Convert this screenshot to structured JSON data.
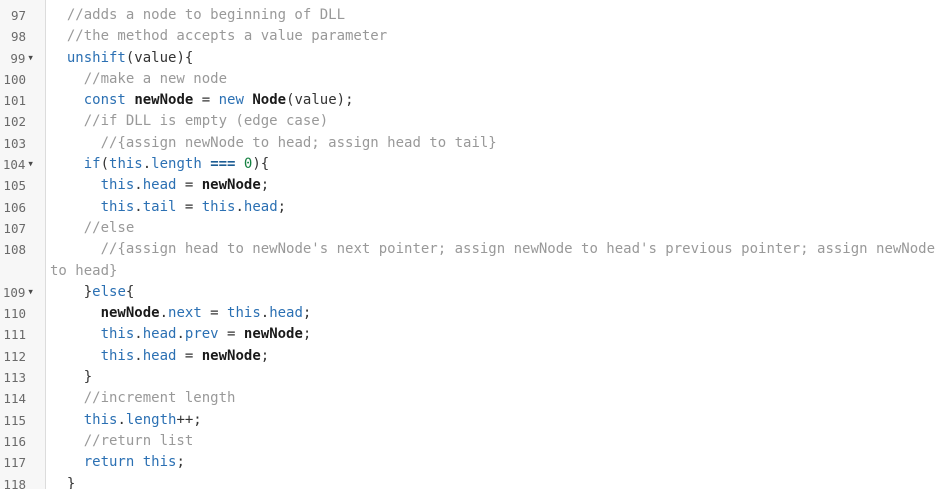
{
  "editor": {
    "type": "code-editor",
    "language": "javascript",
    "background": "#ffffff",
    "gutter_background": "#f7f7f7",
    "gutter_border_color": "#dcdcdc",
    "line_number_color": "#6a6a6a",
    "fold_icon": "▼",
    "fold_lines": [
      "99",
      "104",
      "109"
    ],
    "syntax_colors": {
      "plain": "#333333",
      "comment": "#999999",
      "keyword": "#2b70b3",
      "property": "#2b70b3",
      "function_name": "#2b70b3",
      "operator": "#1d5d94",
      "number": "#148040",
      "variable": "#1a1a1a"
    },
    "first_line_number": 97,
    "last_line_number": 118,
    "lines": [
      {
        "num": "97",
        "fold": false,
        "indent": "  ",
        "segments": [
          {
            "t": "c",
            "s": "//adds a node to beginning of DLL"
          }
        ]
      },
      {
        "num": "98",
        "fold": false,
        "indent": "  ",
        "segments": [
          {
            "t": "c",
            "s": "//the method accepts a value parameter"
          }
        ]
      },
      {
        "num": "99",
        "fold": true,
        "indent": "  ",
        "segments": [
          {
            "t": "f",
            "s": "unshift"
          },
          {
            "t": "p",
            "s": "(value){"
          }
        ]
      },
      {
        "num": "100",
        "fold": false,
        "indent": "    ",
        "segments": [
          {
            "t": "c",
            "s": "//make a new node"
          }
        ]
      },
      {
        "num": "101",
        "fold": false,
        "indent": "    ",
        "segments": [
          {
            "t": "k",
            "s": "const"
          },
          {
            "t": "p",
            "s": " "
          },
          {
            "t": "v",
            "s": "newNode"
          },
          {
            "t": "p",
            "s": " = "
          },
          {
            "t": "k",
            "s": "new"
          },
          {
            "t": "p",
            "s": " "
          },
          {
            "t": "v",
            "s": "Node"
          },
          {
            "t": "p",
            "s": "(value);"
          }
        ]
      },
      {
        "num": "102",
        "fold": false,
        "indent": "    ",
        "segments": [
          {
            "t": "c",
            "s": "//if DLL is empty (edge case)"
          }
        ]
      },
      {
        "num": "103",
        "fold": false,
        "indent": "      ",
        "segments": [
          {
            "t": "c",
            "s": "//{assign newNode to head; assign head to tail}"
          }
        ]
      },
      {
        "num": "104",
        "fold": true,
        "indent": "    ",
        "segments": [
          {
            "t": "k",
            "s": "if"
          },
          {
            "t": "p",
            "s": "("
          },
          {
            "t": "k",
            "s": "this"
          },
          {
            "t": "p",
            "s": "."
          },
          {
            "t": "pr",
            "s": "length"
          },
          {
            "t": "p",
            "s": " "
          },
          {
            "t": "o",
            "s": "==="
          },
          {
            "t": "p",
            "s": " "
          },
          {
            "t": "n",
            "s": "0"
          },
          {
            "t": "p",
            "s": "){"
          }
        ]
      },
      {
        "num": "105",
        "fold": false,
        "indent": "      ",
        "segments": [
          {
            "t": "k",
            "s": "this"
          },
          {
            "t": "p",
            "s": "."
          },
          {
            "t": "pr",
            "s": "head"
          },
          {
            "t": "p",
            "s": " = "
          },
          {
            "t": "v",
            "s": "newNode"
          },
          {
            "t": "p",
            "s": ";"
          }
        ]
      },
      {
        "num": "106",
        "fold": false,
        "indent": "      ",
        "segments": [
          {
            "t": "k",
            "s": "this"
          },
          {
            "t": "p",
            "s": "."
          },
          {
            "t": "pr",
            "s": "tail"
          },
          {
            "t": "p",
            "s": " = "
          },
          {
            "t": "k",
            "s": "this"
          },
          {
            "t": "p",
            "s": "."
          },
          {
            "t": "pr",
            "s": "head"
          },
          {
            "t": "p",
            "s": ";"
          }
        ]
      },
      {
        "num": "107",
        "fold": false,
        "indent": "    ",
        "segments": [
          {
            "t": "c",
            "s": "//else"
          }
        ]
      },
      {
        "num": "108",
        "fold": false,
        "indent": "      ",
        "segments": [
          {
            "t": "c",
            "s": "//{assign head to newNode's next pointer; assign newNode to head's previous pointer; assign newNode to head}"
          }
        ]
      },
      {
        "num": "109",
        "fold": true,
        "indent": "    ",
        "segments": [
          {
            "t": "p",
            "s": "}"
          },
          {
            "t": "k",
            "s": "else"
          },
          {
            "t": "p",
            "s": "{"
          }
        ]
      },
      {
        "num": "110",
        "fold": false,
        "indent": "      ",
        "segments": [
          {
            "t": "v",
            "s": "newNode"
          },
          {
            "t": "p",
            "s": "."
          },
          {
            "t": "pr",
            "s": "next"
          },
          {
            "t": "p",
            "s": " = "
          },
          {
            "t": "k",
            "s": "this"
          },
          {
            "t": "p",
            "s": "."
          },
          {
            "t": "pr",
            "s": "head"
          },
          {
            "t": "p",
            "s": ";"
          }
        ]
      },
      {
        "num": "111",
        "fold": false,
        "indent": "      ",
        "segments": [
          {
            "t": "k",
            "s": "this"
          },
          {
            "t": "p",
            "s": "."
          },
          {
            "t": "pr",
            "s": "head"
          },
          {
            "t": "p",
            "s": "."
          },
          {
            "t": "pr",
            "s": "prev"
          },
          {
            "t": "p",
            "s": " = "
          },
          {
            "t": "v",
            "s": "newNode"
          },
          {
            "t": "p",
            "s": ";"
          }
        ]
      },
      {
        "num": "112",
        "fold": false,
        "indent": "      ",
        "segments": [
          {
            "t": "k",
            "s": "this"
          },
          {
            "t": "p",
            "s": "."
          },
          {
            "t": "pr",
            "s": "head"
          },
          {
            "t": "p",
            "s": " = "
          },
          {
            "t": "v",
            "s": "newNode"
          },
          {
            "t": "p",
            "s": ";"
          }
        ]
      },
      {
        "num": "113",
        "fold": false,
        "indent": "    ",
        "segments": [
          {
            "t": "p",
            "s": "}"
          }
        ]
      },
      {
        "num": "114",
        "fold": false,
        "indent": "    ",
        "segments": [
          {
            "t": "c",
            "s": "//increment length"
          }
        ]
      },
      {
        "num": "115",
        "fold": false,
        "indent": "    ",
        "segments": [
          {
            "t": "k",
            "s": "this"
          },
          {
            "t": "p",
            "s": "."
          },
          {
            "t": "pr",
            "s": "length"
          },
          {
            "t": "p",
            "s": "++;"
          }
        ]
      },
      {
        "num": "116",
        "fold": false,
        "indent": "    ",
        "segments": [
          {
            "t": "c",
            "s": "//return list"
          }
        ]
      },
      {
        "num": "117",
        "fold": false,
        "indent": "    ",
        "segments": [
          {
            "t": "k",
            "s": "return"
          },
          {
            "t": "p",
            "s": " "
          },
          {
            "t": "k",
            "s": "this"
          },
          {
            "t": "p",
            "s": ";"
          }
        ]
      },
      {
        "num": "118",
        "fold": false,
        "indent": "  ",
        "segments": [
          {
            "t": "p",
            "s": "}"
          }
        ]
      }
    ]
  }
}
